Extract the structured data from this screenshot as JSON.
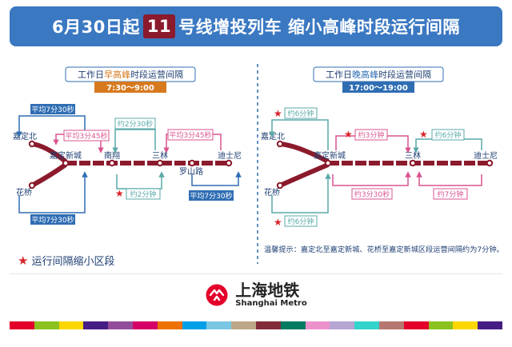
{
  "header": {
    "prefix": "6月30日起",
    "line_number": "11",
    "suffix": "号线增投列车 缩小高峰时段运行间隔"
  },
  "morning": {
    "title_a": "工作日",
    "title_b": "早高峰",
    "title_c": "时段运营间隔",
    "time": "7:30～9:00",
    "stations": {
      "jiadingbei": "嘉定北",
      "huaqiao": "花桥",
      "jiadingxincheng": "嘉定新城",
      "nanxiang": "南翔",
      "sanlin": "三林",
      "luoshanlu": "罗山路",
      "dishini": "迪士尼"
    },
    "intervals": {
      "top_blue": "平均7分30秒",
      "pink_left": "平均3分45秒",
      "teal_top": "约2分30秒",
      "pink_right": "平均3分45秒",
      "teal_bottom": "约2分钟",
      "blue_bottom_right": "平均7分30秒",
      "blue_bottom_left": "平均7分30秒"
    }
  },
  "evening": {
    "title_a": "工作日",
    "title_b": "晚高峰",
    "title_c": "时段运营间隔",
    "time": "17:00～19:00",
    "stations": {
      "jiadingbei": "嘉定北",
      "huaqiao": "花桥",
      "jiadingxincheng": "嘉定新城",
      "sanlin": "三林",
      "dishini": "迪士尼"
    },
    "intervals": {
      "top_left": "约6分钟",
      "pink_top": "约3分钟",
      "teal_top_right": "约6分钟",
      "pink_bottom_left": "约3分30秒",
      "pink_bottom_right": "约7分钟",
      "bottom_left": "约6分钟"
    }
  },
  "tip": "温馨提示：嘉定北至嘉定新城、花桥至嘉定新城区段运营间隔约为7分钟。",
  "legend": "运行间隔缩小区段",
  "brand": {
    "name_cn": "上海地铁",
    "name_en": "Shanghai Metro"
  },
  "colors": {
    "banner": "#3a78c2",
    "line11": "#8b1a2c",
    "blue": "#2f6db3",
    "pink": "#d9538f",
    "teal": "#5aa9a8",
    "star": "#d8232a",
    "orange": "#d77a1f"
  },
  "stripe_colors": [
    "#e3002b",
    "#8cc220",
    "#fcd600",
    "#461d84",
    "#944d9a",
    "#d40068",
    "#ee7103",
    "#00a0e9",
    "#79c7e3",
    "#bca886",
    "#812a3a",
    "#007b61",
    "#ec91cc",
    "#b5a6d3",
    "#32d4cb",
    "#b67770",
    "#e3002b",
    "#8cc220",
    "#fcd600",
    "#461d84"
  ]
}
